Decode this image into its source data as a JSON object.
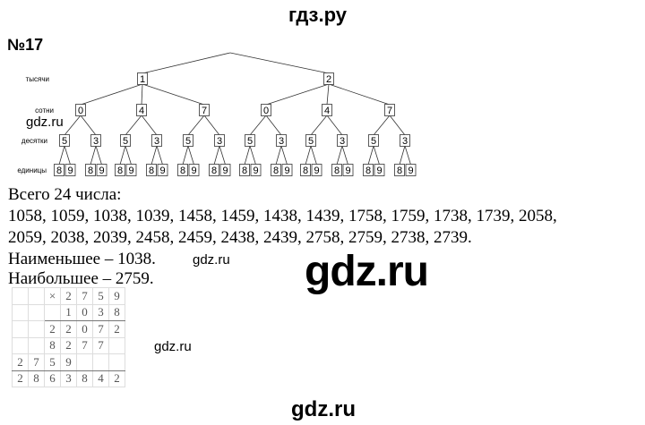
{
  "header": {
    "site": "гдз.ру"
  },
  "task_number": "№17",
  "tree": {
    "level_labels": [
      "тысячи",
      "сотни",
      "десятки",
      "единицы"
    ],
    "thousands": [
      "1",
      "2"
    ],
    "hundreds": [
      "0",
      "4",
      "7"
    ],
    "tens": [
      "5",
      "3"
    ],
    "units": [
      "8",
      "9"
    ]
  },
  "text": {
    "total": "Всего 24 числа:",
    "line1": "1058, 1059, 1038, 1039, 1458, 1459, 1438, 1439, 1758, 1759, 1738, 1739, 2058,",
    "line2": "2059, 2038, 2039, 2458, 2459, 2438, 2439, 2758, 2759, 2738, 2739.",
    "min": "Наименьшее – 1038.",
    "max": "Наибольшее – 2759."
  },
  "multiplication": {
    "rows": [
      [
        "",
        "",
        "×",
        "2",
        "7",
        "5",
        "9"
      ],
      [
        "",
        "",
        "",
        "1",
        "0",
        "3",
        "8"
      ],
      [
        "",
        "",
        "2",
        "2",
        "0",
        "7",
        "2"
      ],
      [
        "",
        "",
        "8",
        "2",
        "7",
        "7",
        ""
      ],
      [
        "2",
        "7",
        "5",
        "9",
        "",
        "",
        ""
      ],
      [
        "2",
        "8",
        "6",
        "3",
        "8",
        "4",
        "2"
      ]
    ]
  },
  "watermarks": {
    "small": "gdz.ru",
    "big": "gdz.ru",
    "footer": "gdz.ru"
  }
}
